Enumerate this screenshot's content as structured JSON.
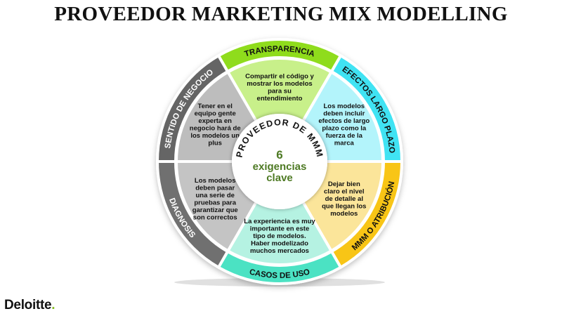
{
  "title": "PROVEEDOR MARKETING MIX MODELLING",
  "center": {
    "ring_text": "PROVEEDOR DE MMM",
    "number": "6",
    "line1": "exigencias",
    "line2": "clave",
    "color": "#4e7a24"
  },
  "segments": [
    {
      "label": "TRANSPARENCIA",
      "text": [
        "Compartir el código y",
        "mostrar los modelos",
        "para su",
        "entendimiento"
      ],
      "outer_color": "#8fdc1e",
      "inner_color": "#c8f08a"
    },
    {
      "label": "EFECTOS LARGO PLAZO",
      "text": [
        "Los modelos",
        "deben incluir",
        "efectos de largo",
        "plazo como la",
        "fuerza de la",
        "marca"
      ],
      "outer_color": "#3fe3f3",
      "inner_color": "#b3f4fb"
    },
    {
      "label": "MMM O ATRIBUCIÓN",
      "text": [
        "Dejar bien",
        "claro el nivel",
        "de detalle al",
        "que llegan los",
        "modelos"
      ],
      "outer_color": "#f8c514",
      "inner_color": "#fbe59a"
    },
    {
      "label": "CASOS DE USO",
      "text": [
        "La experiencia es muy",
        "importante en este",
        "tipo de modelos.",
        "Haber modelizado",
        "muchos mercados"
      ],
      "outer_color": "#4ce2c3",
      "inner_color": "#b5f2e2"
    },
    {
      "label": "DIAGNOSIS",
      "text": [
        "Los modelos",
        "deben pasar",
        "una serie de",
        "pruebas para",
        "garantizar que",
        "son correctos"
      ],
      "outer_color": "#707070",
      "inner_color": "#c4c4c4"
    },
    {
      "label": "SENTIDO DE NEGOCIO",
      "text": [
        "Tener en el",
        "equipo gente",
        "experta en",
        "negocio hará de",
        "los modelos un",
        "plus"
      ],
      "outer_color": "#656565",
      "inner_color": "#bdbdbd"
    }
  ],
  "logo": {
    "name": "Deloitte",
    "dot": ".",
    "dot_color": "#86bc25"
  }
}
